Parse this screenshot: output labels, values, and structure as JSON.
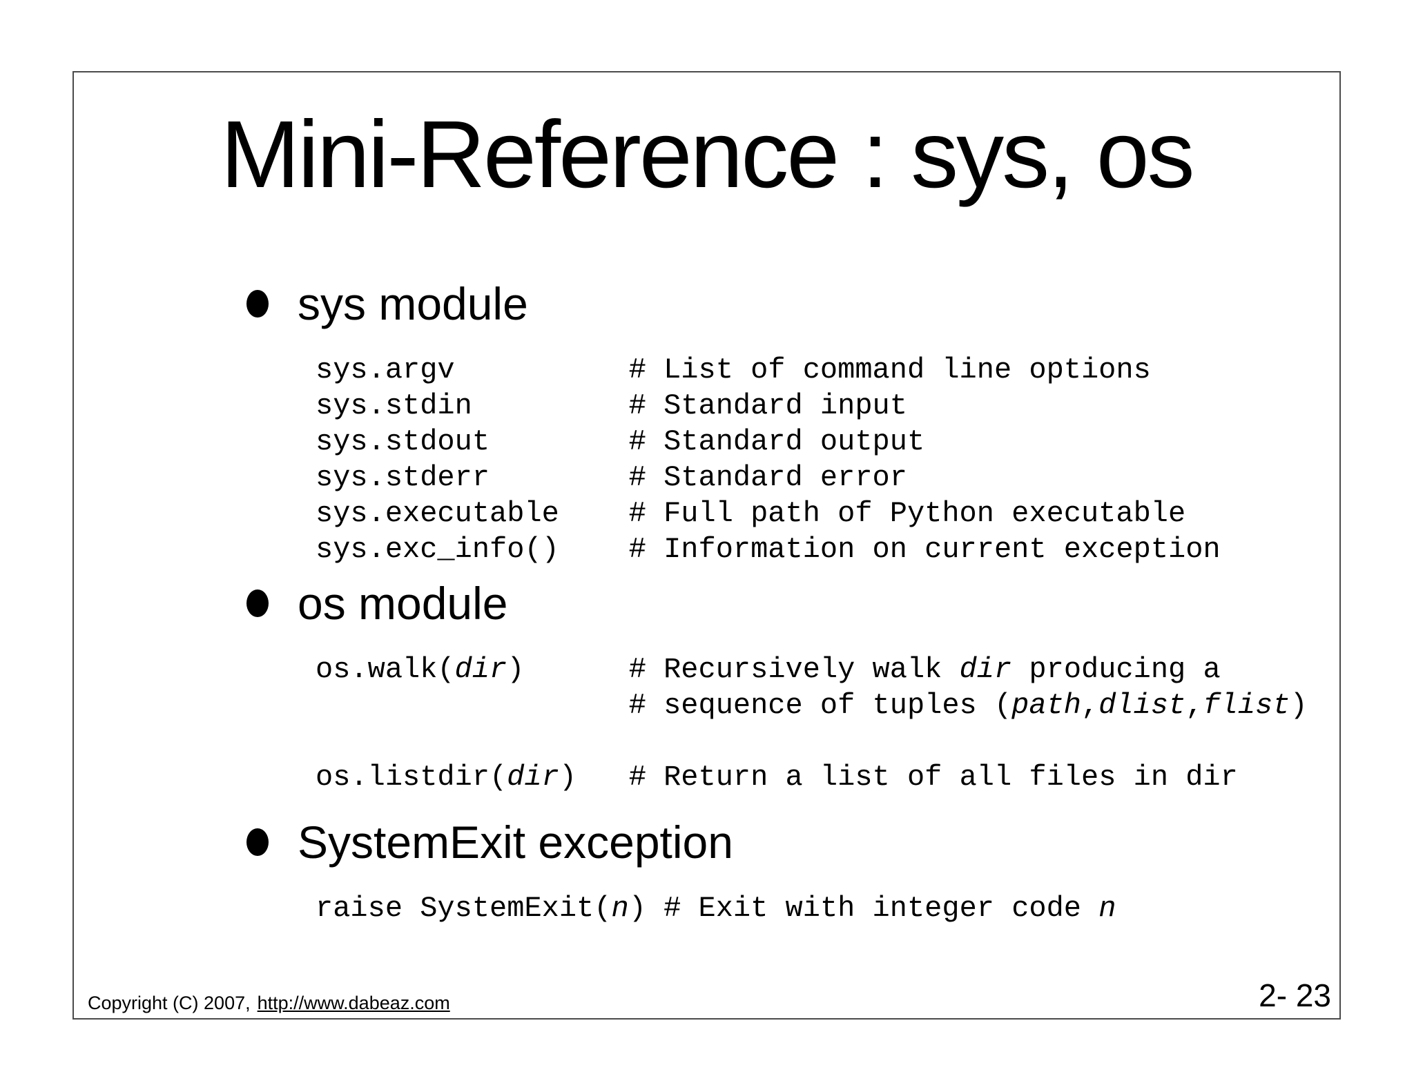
{
  "slide": {
    "title": "Mini-Reference : sys, os",
    "sections": [
      {
        "label": "sys module",
        "code": [
          [
            {
              "t": "sys.argv          # List of command line options"
            }
          ],
          [
            {
              "t": "sys.stdin         # Standard input"
            }
          ],
          [
            {
              "t": "sys.stdout        # Standard output"
            }
          ],
          [
            {
              "t": "sys.stderr        # Standard error"
            }
          ],
          [
            {
              "t": "sys.executable    # Full path of Python executable"
            }
          ],
          [
            {
              "t": "sys.exc_info()    # Information on current exception"
            }
          ]
        ]
      },
      {
        "label": "os module",
        "code": [
          [
            {
              "t": "os.walk("
            },
            {
              "t": "dir",
              "i": true
            },
            {
              "t": ")      # Recursively walk "
            },
            {
              "t": "dir",
              "i": true
            },
            {
              "t": " producing a"
            }
          ],
          [
            {
              "t": "                  # sequence of tuples ("
            },
            {
              "t": "path",
              "i": true
            },
            {
              "t": ","
            },
            {
              "t": "dlist",
              "i": true
            },
            {
              "t": ","
            },
            {
              "t": "flist",
              "i": true
            },
            {
              "t": ")"
            }
          ],
          [],
          [
            {
              "t": "os.listdir("
            },
            {
              "t": "dir",
              "i": true
            },
            {
              "t": ")   # Return a list of all files in dir"
            }
          ]
        ]
      },
      {
        "label": "SystemExit exception",
        "code": [
          [
            {
              "t": "raise SystemExit("
            },
            {
              "t": "n",
              "i": true
            },
            {
              "t": ") # Exit with integer code "
            },
            {
              "t": "n",
              "i": true
            }
          ]
        ]
      }
    ],
    "footer": {
      "copyright": "Copyright (C) 2007,",
      "link": "http://www.dabeaz.com"
    },
    "page_number": "2- 23",
    "colors": {
      "text": "#000000",
      "background": "#ffffff",
      "slide_border": "#4a4a4a"
    }
  }
}
